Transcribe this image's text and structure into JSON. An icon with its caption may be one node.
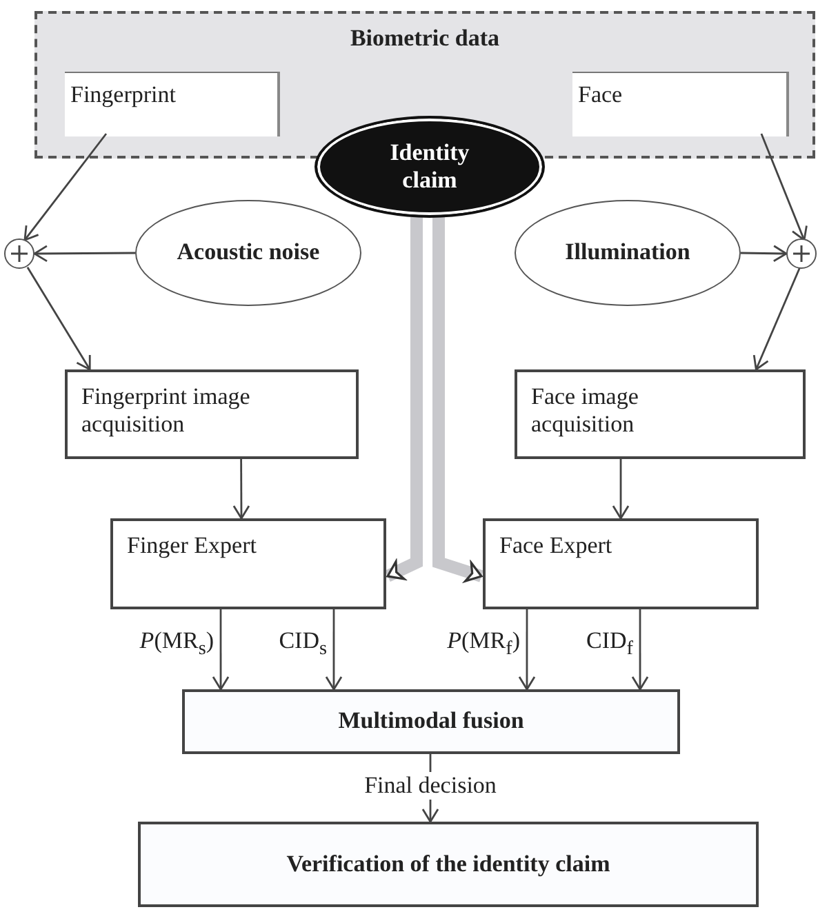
{
  "diagram": {
    "nodes": [
      {
        "text": [
          "Biometric data"
        ]
      },
      {
        "text": [
          "Fingerprint"
        ],
        "in": 0
      },
      {
        "text": [
          "Face"
        ],
        "in": 0
      },
      {
        "text": [
          "Identity claim"
        ]
      },
      {
        "text": [],
        "shape": "circle"
      },
      {
        "text": [
          "Acoustic noise"
        ]
      },
      {
        "text": [
          "Illumination"
        ]
      },
      {
        "text": [],
        "shape": "circle"
      },
      {
        "text": [
          "Fingerprint image acquisition"
        ]
      },
      {
        "text": [
          "Face image acquisition"
        ]
      },
      {
        "text": [
          "Finger Expert"
        ]
      },
      {
        "text": [
          "Face Expert"
        ]
      },
      {
        "text": [
          "Multimodal fusion"
        ]
      },
      {
        "text": [
          "Verification of the identity claim"
        ]
      }
    ],
    "edges": [
      {
        "from": 1,
        "to": 4,
        "arrow": "to"
      },
      {
        "from": 5,
        "to": 4,
        "arrow": "to"
      },
      {
        "from": 4,
        "to": 8,
        "arrow": "to"
      },
      {
        "from": 2,
        "to": 7,
        "arrow": "to"
      },
      {
        "from": 6,
        "to": 7,
        "arrow": "to"
      },
      {
        "from": 7,
        "to": 9,
        "arrow": "to"
      },
      {
        "from": 8,
        "to": 10,
        "arrow": "to"
      },
      {
        "from": 9,
        "to": 11,
        "arrow": "to"
      },
      {
        "from": 3,
        "to": 10,
        "arrow": "to",
        "style": "thick",
        "color": "#c8c8cc"
      },
      {
        "from": 3,
        "to": 11,
        "arrow": "to",
        "style": "thick",
        "color": "#c8c8cc"
      },
      {
        "from": 10,
        "to": 12,
        "arrow": "to",
        "label": "*P*(MR$_{s}$)"
      },
      {
        "from": 10,
        "to": 12,
        "arrow": "to",
        "label": "CID$_{s}$"
      },
      {
        "from": 11,
        "to": 12,
        "arrow": "to",
        "label": "*P*(MR$_{f}$)"
      },
      {
        "from": 11,
        "to": 12,
        "arrow": "to",
        "label": "CID$_{f}$"
      },
      {
        "from": 12,
        "to": 13,
        "arrow": "to",
        "label": "Final decision"
      }
    ]
  }
}
